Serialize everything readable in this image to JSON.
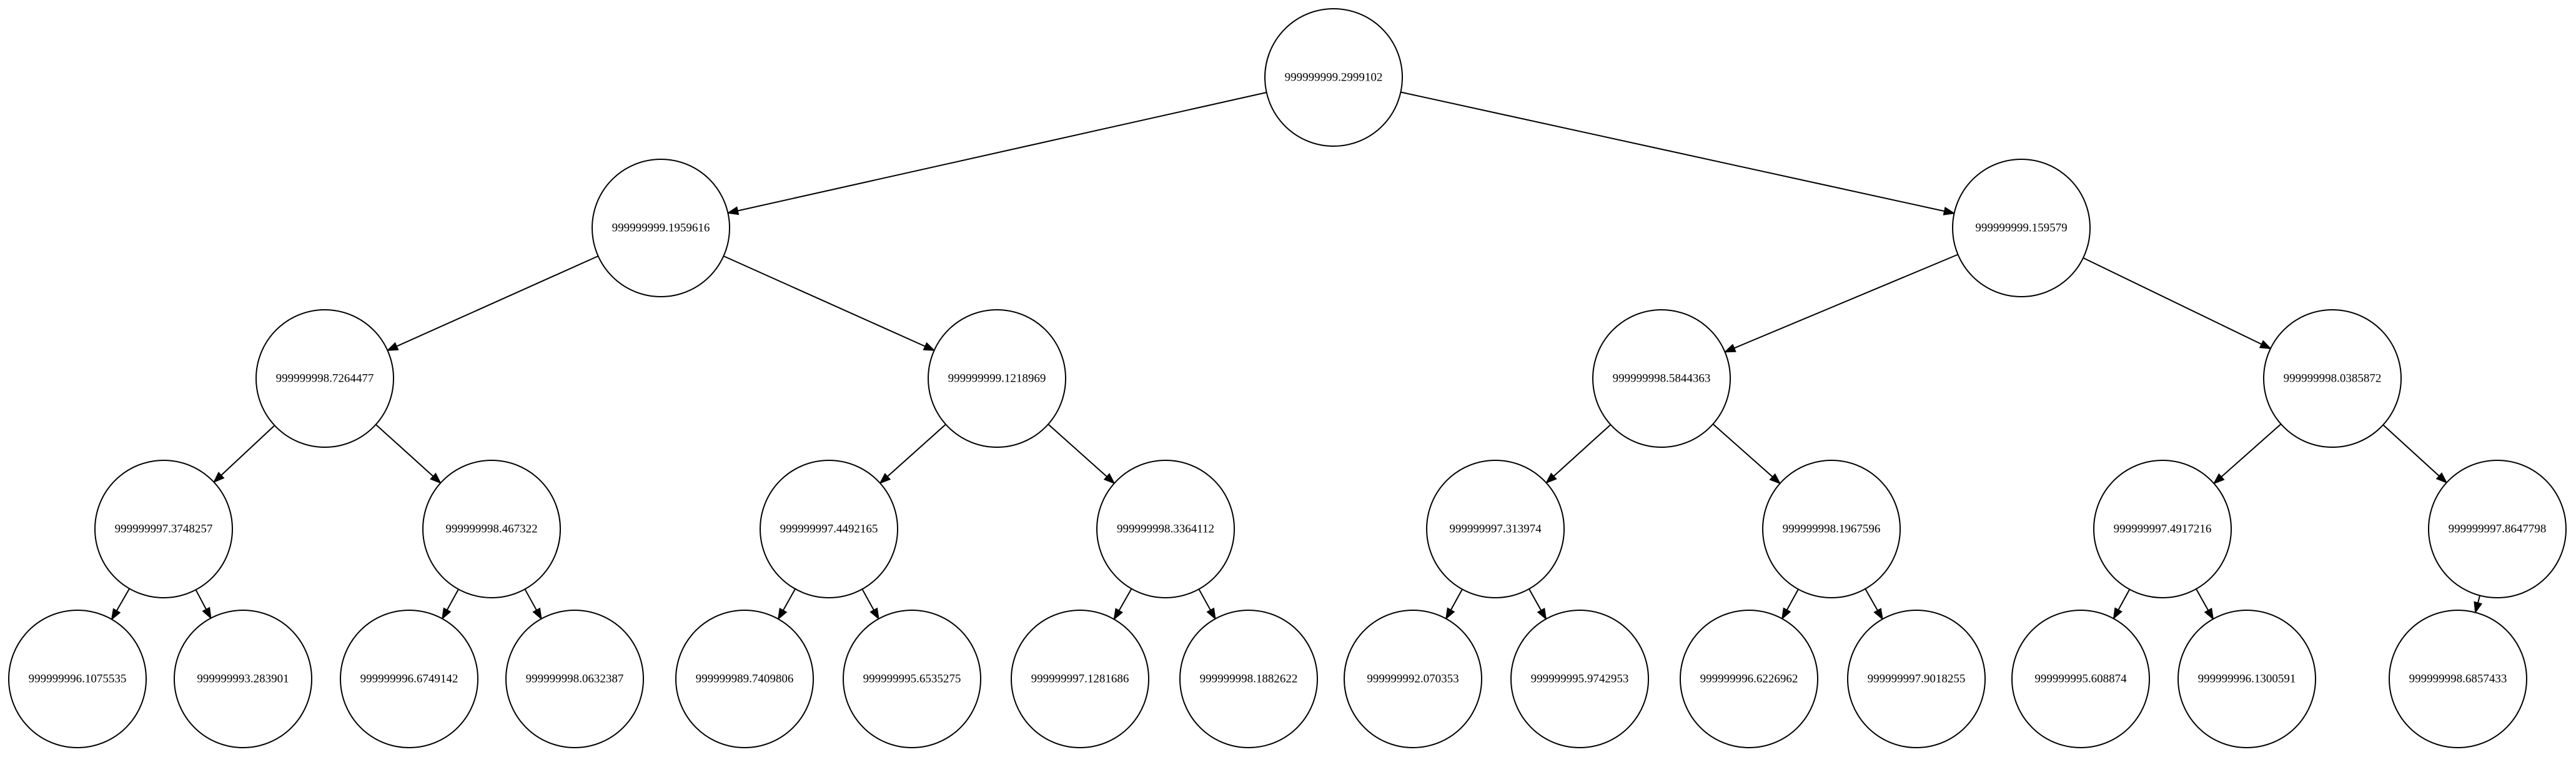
{
  "diagram": {
    "type": "binary-tree",
    "nodes": [
      {
        "id": "n0",
        "label": "999999999.2999102"
      },
      {
        "id": "n1",
        "label": "999999999.1959616"
      },
      {
        "id": "n2",
        "label": "999999999.159579"
      },
      {
        "id": "n3",
        "label": "999999998.7264477"
      },
      {
        "id": "n4",
        "label": "999999999.1218969"
      },
      {
        "id": "n5",
        "label": "999999998.5844363"
      },
      {
        "id": "n6",
        "label": "999999998.0385872"
      },
      {
        "id": "n7",
        "label": "999999997.3748257"
      },
      {
        "id": "n8",
        "label": "999999998.467322"
      },
      {
        "id": "n9",
        "label": "999999997.4492165"
      },
      {
        "id": "n10",
        "label": "999999998.3364112"
      },
      {
        "id": "n11",
        "label": "999999997.313974"
      },
      {
        "id": "n12",
        "label": "999999998.1967596"
      },
      {
        "id": "n13",
        "label": "999999997.4917216"
      },
      {
        "id": "n14",
        "label": "999999997.8647798"
      },
      {
        "id": "n15",
        "label": "999999996.1075535"
      },
      {
        "id": "n16",
        "label": "999999993.283901"
      },
      {
        "id": "n17",
        "label": "999999996.6749142"
      },
      {
        "id": "n18",
        "label": "999999998.0632387"
      },
      {
        "id": "n19",
        "label": "999999989.7409806"
      },
      {
        "id": "n20",
        "label": "999999995.6535275"
      },
      {
        "id": "n21",
        "label": "999999997.1281686"
      },
      {
        "id": "n22",
        "label": "999999998.1882622"
      },
      {
        "id": "n23",
        "label": "999999992.070353"
      },
      {
        "id": "n24",
        "label": "999999995.9742953"
      },
      {
        "id": "n25",
        "label": "999999996.6226962"
      },
      {
        "id": "n26",
        "label": "999999997.9018255"
      },
      {
        "id": "n27",
        "label": "999999995.608874"
      },
      {
        "id": "n28",
        "label": "999999996.1300591"
      },
      {
        "id": "n29",
        "label": "999999998.6857433"
      }
    ],
    "edges": [
      {
        "from": "n0",
        "to": "n1"
      },
      {
        "from": "n0",
        "to": "n2"
      },
      {
        "from": "n1",
        "to": "n3"
      },
      {
        "from": "n1",
        "to": "n4"
      },
      {
        "from": "n2",
        "to": "n5"
      },
      {
        "from": "n2",
        "to": "n6"
      },
      {
        "from": "n3",
        "to": "n7"
      },
      {
        "from": "n3",
        "to": "n8"
      },
      {
        "from": "n4",
        "to": "n9"
      },
      {
        "from": "n4",
        "to": "n10"
      },
      {
        "from": "n5",
        "to": "n11"
      },
      {
        "from": "n5",
        "to": "n12"
      },
      {
        "from": "n6",
        "to": "n13"
      },
      {
        "from": "n6",
        "to": "n14"
      },
      {
        "from": "n7",
        "to": "n15"
      },
      {
        "from": "n7",
        "to": "n16"
      },
      {
        "from": "n8",
        "to": "n17"
      },
      {
        "from": "n8",
        "to": "n18"
      },
      {
        "from": "n9",
        "to": "n19"
      },
      {
        "from": "n9",
        "to": "n20"
      },
      {
        "from": "n10",
        "to": "n21"
      },
      {
        "from": "n10",
        "to": "n22"
      },
      {
        "from": "n11",
        "to": "n23"
      },
      {
        "from": "n11",
        "to": "n24"
      },
      {
        "from": "n12",
        "to": "n25"
      },
      {
        "from": "n12",
        "to": "n26"
      },
      {
        "from": "n13",
        "to": "n27"
      },
      {
        "from": "n13",
        "to": "n28"
      },
      {
        "from": "n14",
        "to": "n29"
      }
    ]
  }
}
